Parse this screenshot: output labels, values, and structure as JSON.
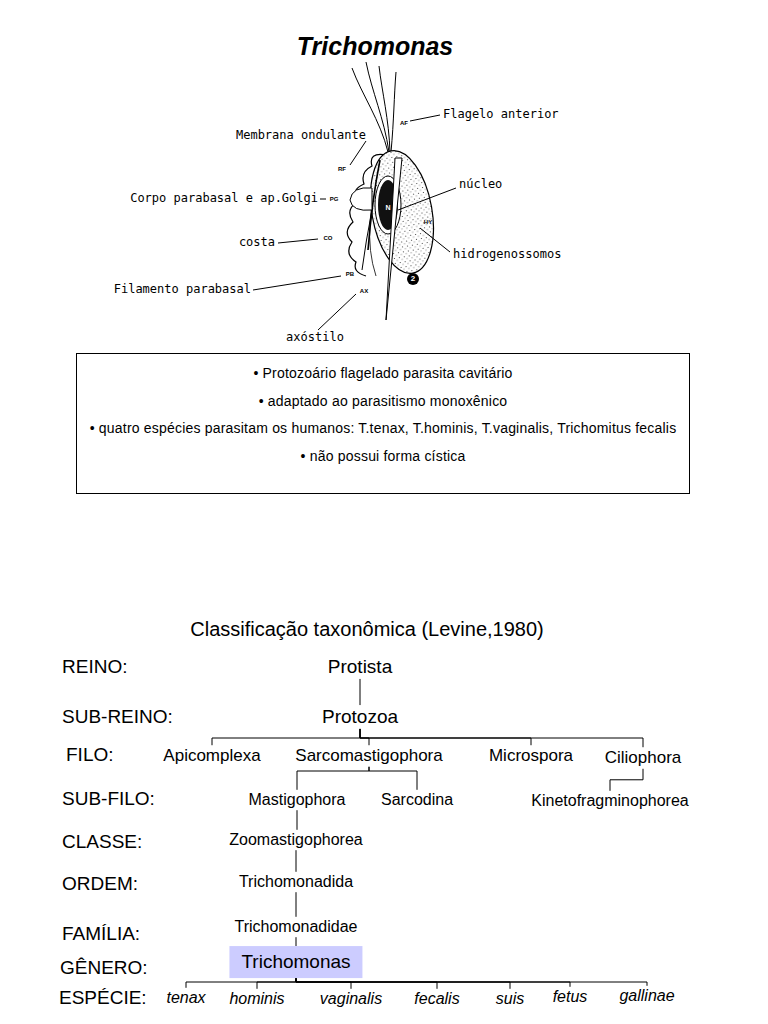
{
  "diagram": {
    "title": "Trichomonas",
    "nodes": [
      {
        "text": [
          "• Protozoário flagelado parasita cavitário",
          "• adaptado ao parasitismo monoxênico",
          "• quatro espécies parasitam os humanos: T.tenax, T.hominis, T.vaginalis, Trichomitus fecalis",
          "• não possui forma cística"
        ]
      },
      {
        "text": [
          "Protista"
        ]
      },
      {
        "text": [
          "Protozoa"
        ]
      },
      {
        "text": [
          "Apicomplexa"
        ]
      },
      {
        "text": [
          "Sarcomastigophora"
        ]
      },
      {
        "text": [
          "Microspora"
        ]
      },
      {
        "text": [
          "Ciliophora"
        ]
      },
      {
        "text": [
          "Mastigophora"
        ]
      },
      {
        "text": [
          "Sarcodina"
        ]
      },
      {
        "text": [
          "Kinetofragminophorea"
        ]
      },
      {
        "text": [
          "Zoomastigophorea"
        ]
      },
      {
        "text": [
          "Trichomonadida"
        ]
      },
      {
        "text": [
          "Trichomonadidae"
        ]
      },
      {
        "text": [
          "Trichomonas"
        ]
      },
      {
        "text": [
          "tenax"
        ]
      },
      {
        "text": [
          "hominis"
        ]
      },
      {
        "text": [
          "vaginalis"
        ]
      },
      {
        "text": [
          "fecalis"
        ]
      },
      {
        "text": [
          "suis"
        ]
      },
      {
        "text": [
          "fetus"
        ]
      },
      {
        "text": [
          "gallinae"
        ]
      }
    ],
    "edges": [
      {
        "from": 1,
        "to": 2,
        "arrow": "none"
      },
      {
        "from": 2,
        "to": 3,
        "arrow": "none"
      },
      {
        "from": 2,
        "to": 4,
        "arrow": "none"
      },
      {
        "from": 2,
        "to": 5,
        "arrow": "none"
      },
      {
        "from": 2,
        "to": 6,
        "arrow": "none"
      },
      {
        "from": 4,
        "to": 7,
        "arrow": "none"
      },
      {
        "from": 4,
        "to": 8,
        "arrow": "none"
      },
      {
        "from": 6,
        "to": 9,
        "arrow": "none"
      },
      {
        "from": 7,
        "to": 10,
        "arrow": "none"
      },
      {
        "from": 10,
        "to": 11,
        "arrow": "none"
      },
      {
        "from": 11,
        "to": 12,
        "arrow": "none"
      },
      {
        "from": 12,
        "to": 13,
        "arrow": "none"
      },
      {
        "from": 13,
        "to": 14,
        "arrow": "none"
      },
      {
        "from": 13,
        "to": 15,
        "arrow": "none"
      },
      {
        "from": 13,
        "to": 16,
        "arrow": "none"
      },
      {
        "from": 13,
        "to": 17,
        "arrow": "none"
      },
      {
        "from": 13,
        "to": 18,
        "arrow": "none"
      },
      {
        "from": 13,
        "to": 19,
        "arrow": "none"
      },
      {
        "from": 13,
        "to": 20,
        "arrow": "none"
      }
    ],
    "labels": [
      "Flagelo anterior",
      "Membrana ondulante",
      "Corpo parabasal e ap.Golgi",
      "costa",
      "Filamento parabasal",
      "axóstilo",
      "núcleo",
      "hidrogenossomos",
      "AF",
      "RF",
      "PG",
      "N",
      "HY",
      "CO",
      "PB",
      "AX",
      "2",
      "Classificação taxonômica (Levine,1980)",
      "REINO:",
      "SUB-REINO:",
      "FILO:",
      "SUB-FILO:",
      "CLASSE:",
      "ORDEM:",
      "FAMÍLIA:",
      "GÊNERO:",
      "ESPÉCIE:"
    ]
  }
}
